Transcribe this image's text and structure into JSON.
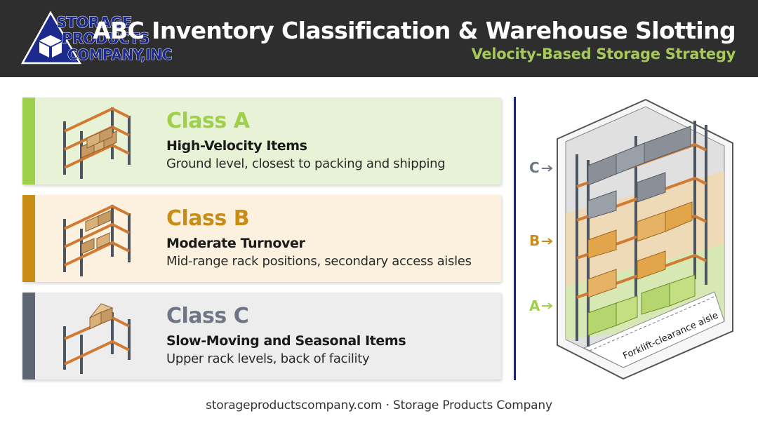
{
  "logo": {
    "line1": "STORAGE",
    "line2": "PRODUCTS",
    "line3": "COMPANY,INC"
  },
  "header": {
    "title": "ABC Inventory Classification & Warehouse Slotting",
    "subtitle": "Velocity-Based Storage Strategy"
  },
  "classes": [
    {
      "name": "Class A",
      "heading": "High-Velocity Items",
      "description": "Ground level, closest to packing and shipping",
      "color": "#9fd04c"
    },
    {
      "name": "Class B",
      "heading": "Moderate Turnover",
      "description": "Mid-range rack positions, secondary access aisles",
      "color": "#c98c14"
    },
    {
      "name": "Class C",
      "heading": "Slow-Moving and Seasonal Items",
      "description": "Upper rack levels, back of facility",
      "color": "#5e6673"
    }
  ],
  "warehouse": {
    "level_labels": {
      "c": "C",
      "b": "B",
      "a": "A"
    },
    "aisle_label": "Forklift-clearance aisle"
  },
  "footer": {
    "text": "storageproductscompany.com · Storage Products Company"
  },
  "icons": [
    "logo-cube-icon",
    "storage-rack-icon",
    "arrow-right-icon"
  ]
}
